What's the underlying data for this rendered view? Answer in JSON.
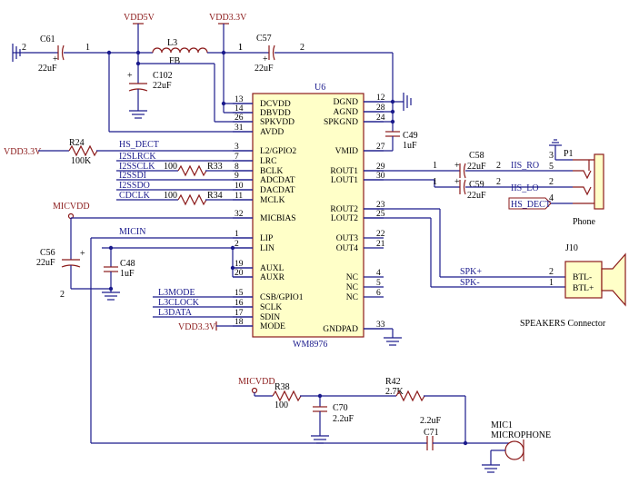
{
  "u6": {
    "ref": "U6",
    "part": "WM8976",
    "left_pins": [
      {
        "num": "13",
        "name": "DCVDD"
      },
      {
        "num": "14",
        "name": "DBVDD"
      },
      {
        "num": "26",
        "name": "SPKVDD"
      },
      {
        "num": "31",
        "name": "AVDD"
      },
      {
        "num": "3",
        "name": "L2/GPIO2"
      },
      {
        "num": "7",
        "name": "LRC"
      },
      {
        "num": "8",
        "name": "BCLK"
      },
      {
        "num": "9",
        "name": "ADCDAT"
      },
      {
        "num": "10",
        "name": "DACDAT"
      },
      {
        "num": "11",
        "name": "MCLK"
      },
      {
        "num": "32",
        "name": "MICBIAS"
      },
      {
        "num": "1",
        "name": "LIP"
      },
      {
        "num": "2",
        "name": "LIN"
      },
      {
        "num": "19",
        "name": "AUXL"
      },
      {
        "num": "20",
        "name": "AUXR"
      },
      {
        "num": "15",
        "name": "CSB/GPIO1"
      },
      {
        "num": "16",
        "name": "SCLK"
      },
      {
        "num": "17",
        "name": "SDIN"
      },
      {
        "num": "18",
        "name": "MODE"
      }
    ],
    "right_pins": [
      {
        "num": "12",
        "name": "DGND"
      },
      {
        "num": "28",
        "name": "AGND"
      },
      {
        "num": "24",
        "name": "SPKGND"
      },
      {
        "num": "27",
        "name": "VMID"
      },
      {
        "num": "29",
        "name": "ROUT1"
      },
      {
        "num": "30",
        "name": "LOUT1"
      },
      {
        "num": "23",
        "name": "ROUT2"
      },
      {
        "num": "25",
        "name": "LOUT2"
      },
      {
        "num": "22",
        "name": "OUT3"
      },
      {
        "num": "21",
        "name": "OUT4"
      },
      {
        "num": "4",
        "name": "NC"
      },
      {
        "num": "5",
        "name": "NC"
      },
      {
        "num": "6",
        "name": "NC"
      },
      {
        "num": "33",
        "name": "GNDPAD"
      }
    ]
  },
  "rails": {
    "vdd5": "VDD5V",
    "vdd33_top": "VDD3.3V",
    "vdd33_left": "VDD3.3V",
    "vdd33_mode": "VDD3.3V",
    "micvdd_left": "MICVDD",
    "micvdd_bottom": "MICVDD"
  },
  "nets": {
    "hs_dect": "HS_DECT",
    "i2s_lrck": "I2SLRCK",
    "i2s_sclk": "I2SSCLK",
    "i2s_sdi": "I2SSDI",
    "i2s_sdo": "I2SSDO",
    "cdclk": "CDCLK",
    "micin": "MICIN",
    "l3mode": "L3MODE",
    "l3clock": "L3CLOCK",
    "l3data": "L3DATA",
    "iis_ro": "IIS_RO",
    "iis_lo": "IIS_LO",
    "hs_dect_p1": "HS_DECT",
    "spk_p": "SPK+",
    "spk_n": "SPK-"
  },
  "components": {
    "c61": {
      "ref": "C61",
      "value": "22uF",
      "pin1": "1",
      "pin2": "2"
    },
    "l3": {
      "ref": "L3",
      "value": "FB",
      "pin1": "1"
    },
    "c102": {
      "ref": "C102",
      "value": "22uF"
    },
    "c57": {
      "ref": "C57",
      "value": "22uF",
      "pin1": "1",
      "pin2": "2"
    },
    "c49": {
      "ref": "C49",
      "value": "1uF"
    },
    "r24": {
      "ref": "R24",
      "value": "100K"
    },
    "r33": {
      "ref": "R33",
      "value": "100"
    },
    "r34": {
      "ref": "R34",
      "value": "100"
    },
    "c56": {
      "ref": "C56",
      "value": "22uF",
      "pin2": "2"
    },
    "c48": {
      "ref": "C48",
      "value": "1uF"
    },
    "c58": {
      "ref": "C58",
      "value": "22uF",
      "pin1": "1",
      "pin2": "2"
    },
    "c59": {
      "ref": "C59",
      "value": "22uF",
      "pin1": "1",
      "pin2": "2"
    },
    "r38": {
      "ref": "R38",
      "value": "100"
    },
    "c70": {
      "ref": "C70",
      "value": "2.2uF"
    },
    "r42": {
      "ref": "R42",
      "value": "2.7K"
    },
    "c71": {
      "ref": "C71",
      "value": "2.2uF"
    }
  },
  "connectors": {
    "p1": {
      "ref": "P1",
      "label": "Phone",
      "pins": [
        "3",
        "5",
        "2",
        "4"
      ]
    },
    "j10": {
      "ref": "J10",
      "label": "SPEAKERS Connector",
      "pin2_num": "2",
      "pin2_name": "BTL-",
      "pin1_num": "1",
      "pin1_name": "BTL+"
    },
    "mic1": {
      "ref": "MIC1",
      "label": "MICROPHONE"
    }
  },
  "symbols": {
    "plus": "+"
  }
}
